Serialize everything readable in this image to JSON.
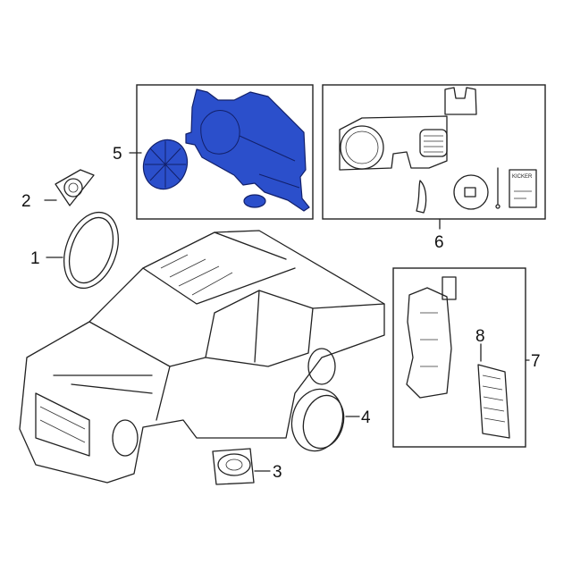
{
  "diagram": {
    "highlight_color": "#2b4fcb",
    "callouts": [
      {
        "id": "1",
        "label": "1"
      },
      {
        "id": "2",
        "label": "2"
      },
      {
        "id": "3",
        "label": "3"
      },
      {
        "id": "4",
        "label": "4"
      },
      {
        "id": "5",
        "label": "5"
      },
      {
        "id": "6",
        "label": "6"
      },
      {
        "id": "7",
        "label": "7"
      },
      {
        "id": "8",
        "label": "8"
      }
    ],
    "manual_logo_text": "KICKER"
  }
}
